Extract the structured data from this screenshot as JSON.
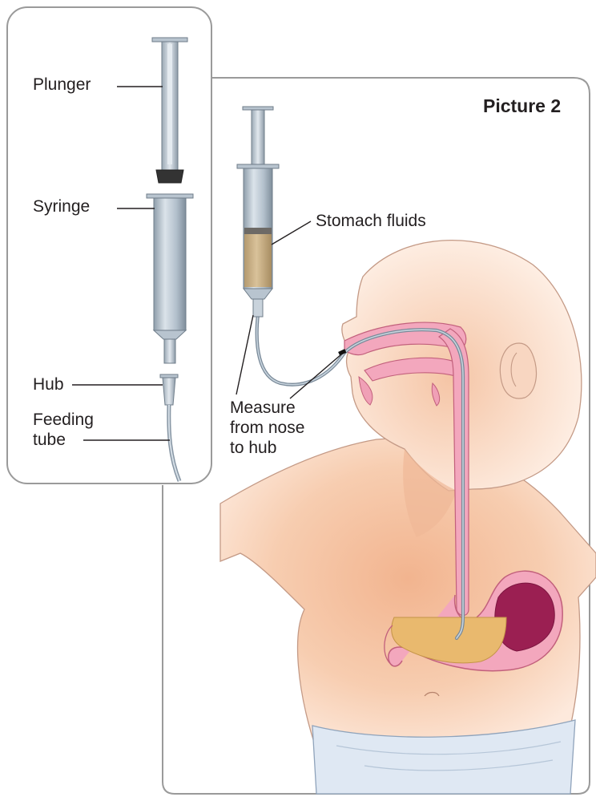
{
  "title": "Picture 2",
  "inset_labels": {
    "plunger": "Plunger",
    "syringe": "Syringe",
    "hub": "Hub",
    "feeding_tube_line1": "Feeding",
    "feeding_tube_line2": "tube"
  },
  "main_labels": {
    "stomach_fluids": "Stomach fluids",
    "measure_line1": "Measure",
    "measure_line2": "from nose",
    "measure_line3": "to hub"
  },
  "colors": {
    "skin": "#f6c9a8",
    "skin_shadow": "#efb08c",
    "mucosa": "#f3a7bd",
    "stomach_inner": "#9b1f52",
    "fluid": "#e9b96e",
    "syringe_barrel": "#b9c6d2",
    "plunger_tip": "#3a3a3a",
    "diaper": "#dfe8f3",
    "frame": "#8a8a8a"
  }
}
